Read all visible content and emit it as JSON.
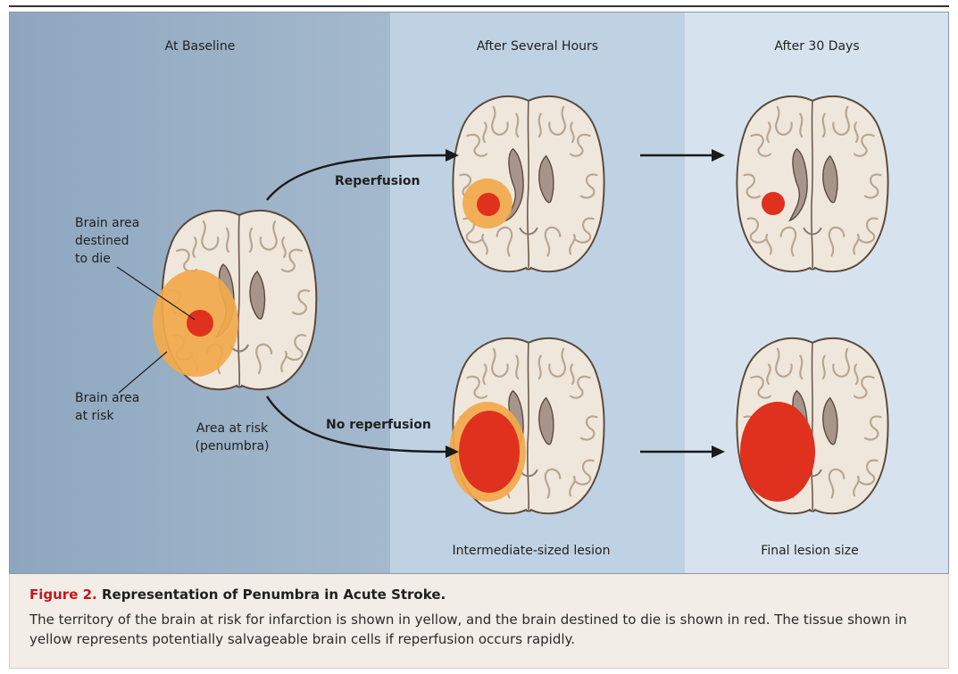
{
  "columns": {
    "baseline": "At Baseline",
    "several_hours": "After Several Hours",
    "thirty_days": "After 30 Days"
  },
  "annotations": {
    "destined_to_die": "Brain area\ndestined\nto die",
    "at_risk": "Brain area\nat risk",
    "penumbra": "Area at risk\n(penumbra)",
    "reperfusion": "Reperfusion",
    "no_reperfusion": "No reperfusion",
    "intermediate_lesion": "Intermediate-sized lesion",
    "final_lesion": "Final lesion size"
  },
  "caption": {
    "figure_label": "Figure 2.",
    "title": "Representation of Penumbra in Acute Stroke.",
    "body": "The territory of the brain at risk for infarction is shown in yellow, and the brain destined to die is shown in red. The tissue shown in yellow represents potentially salvageable brain cells if reperfusion occurs rapidly."
  },
  "colors": {
    "penumbra": "#f2a94a",
    "core": "#e0301e",
    "figure_label": "#c4161c"
  }
}
